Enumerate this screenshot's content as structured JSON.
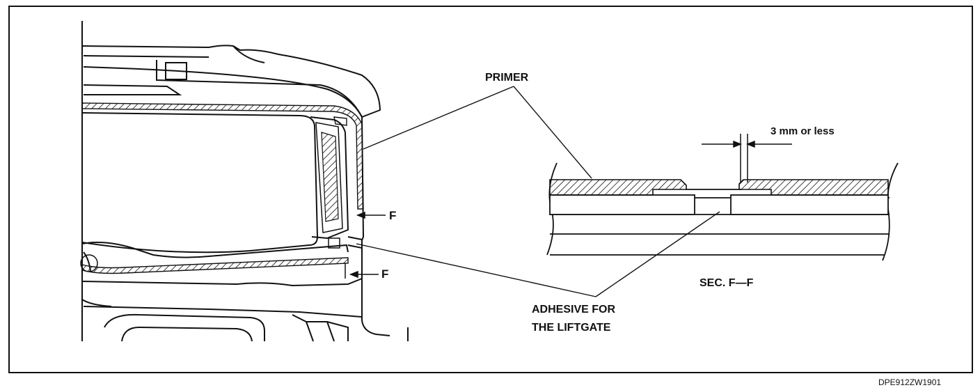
{
  "labels": {
    "primer": "PRIMER",
    "gap": "3 mm or less",
    "section_mark_upper": "F",
    "section_mark_lower": "F",
    "section_title": "SEC. F—F",
    "adhesive_line1": "ADHESIVE FOR",
    "adhesive_line2": "THE LIFTGATE",
    "figure_code": "DPE912ZW1901"
  }
}
